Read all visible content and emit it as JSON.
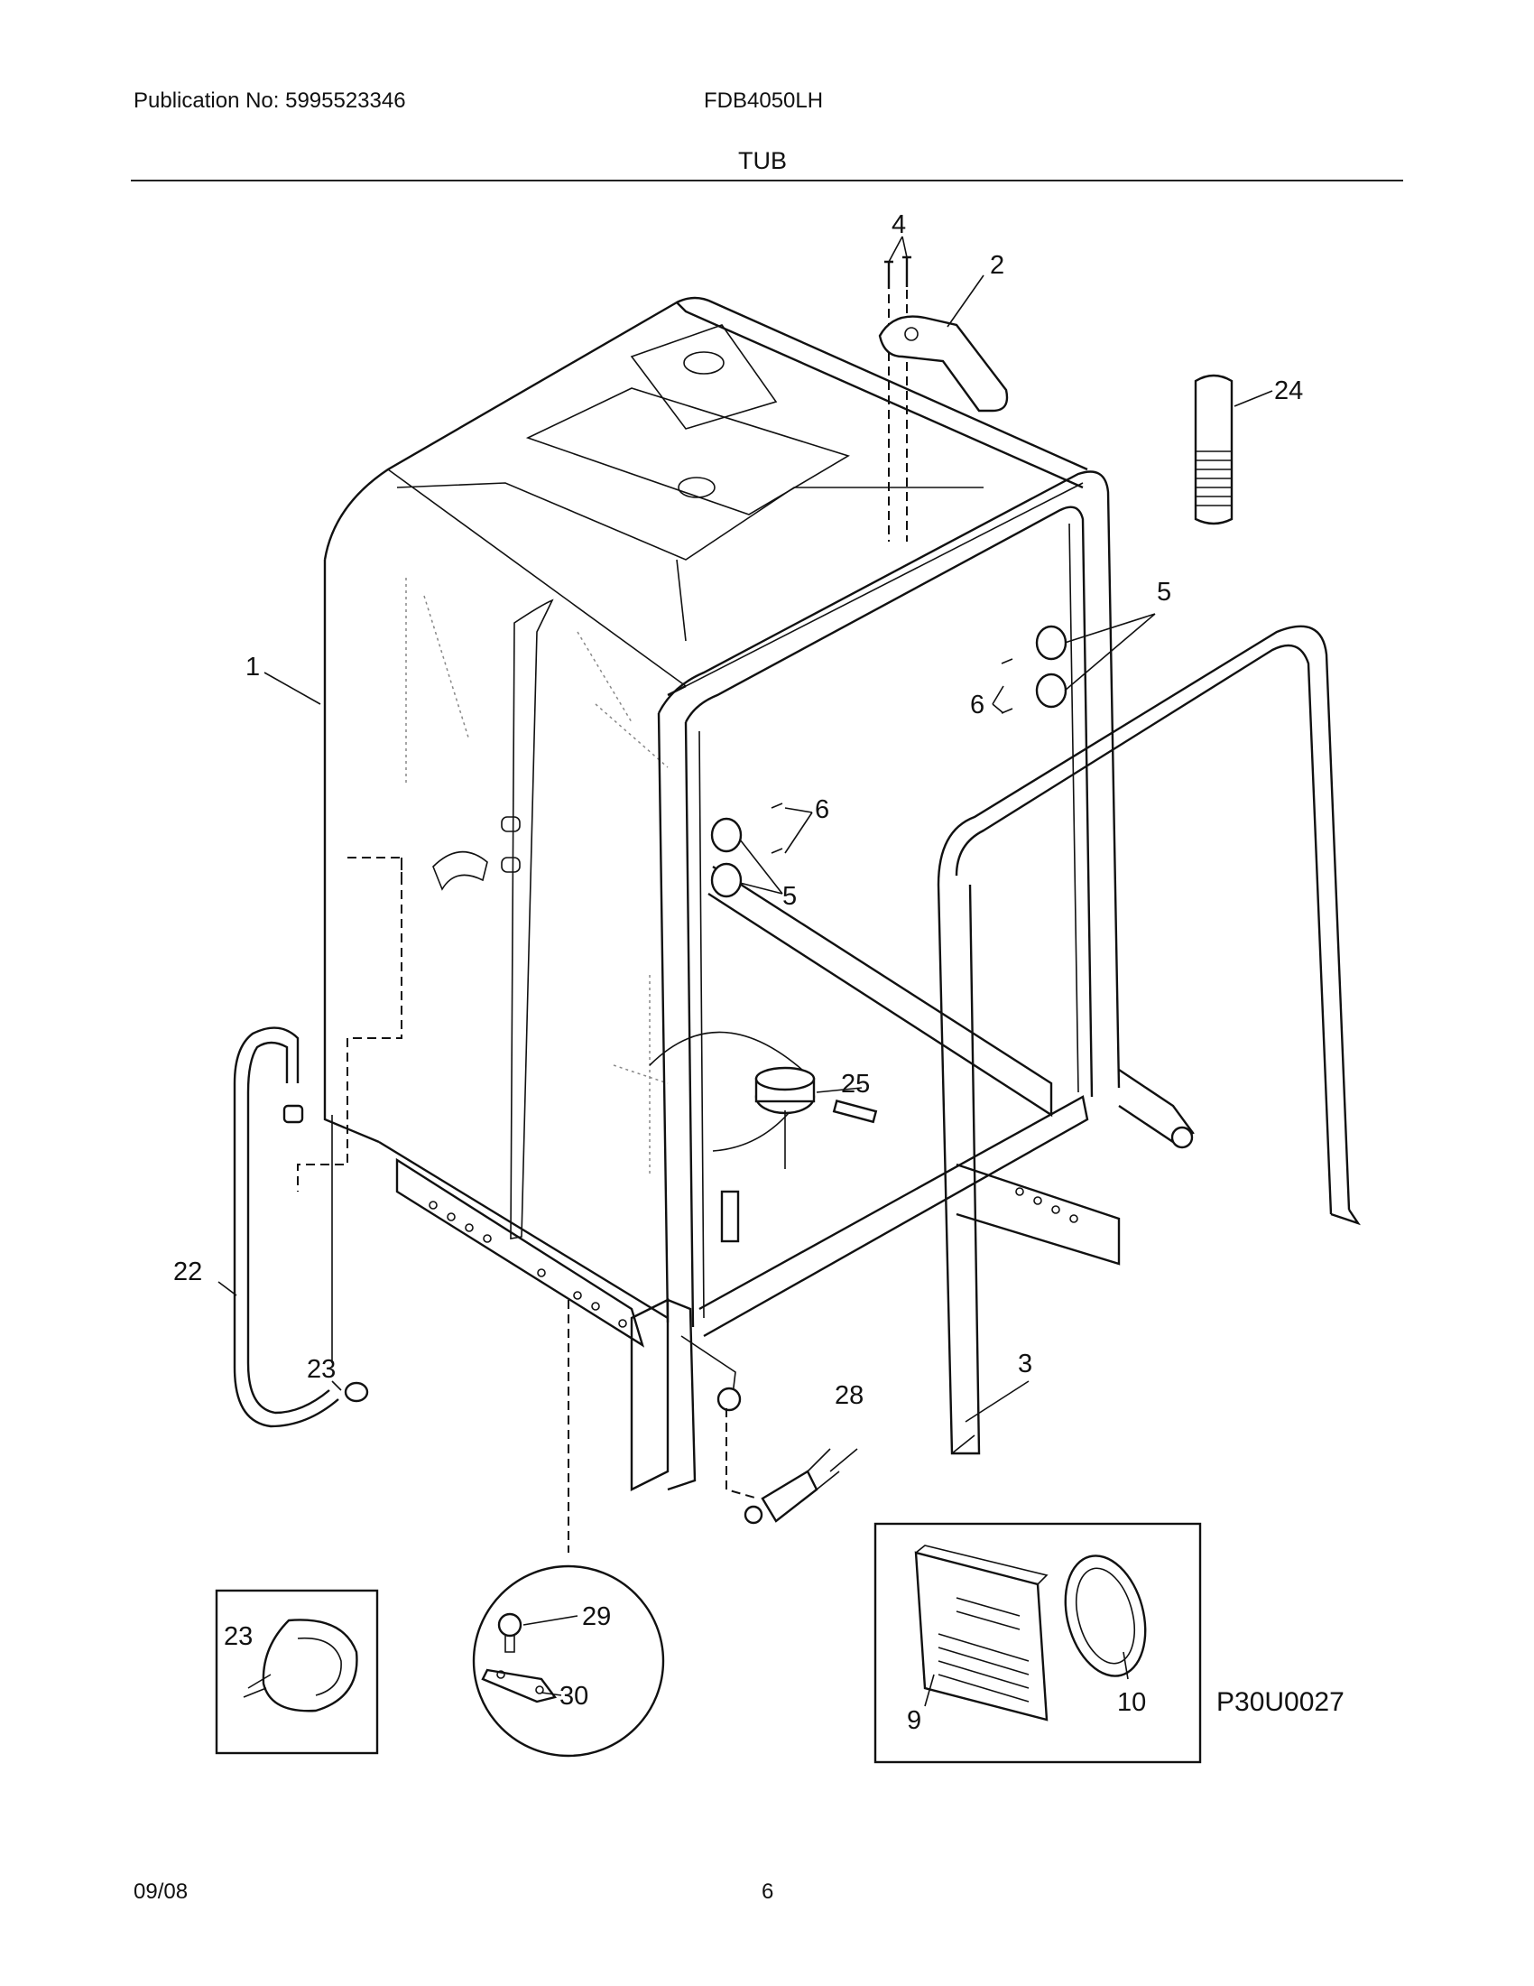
{
  "header": {
    "publication": "Publication No: 5995523346",
    "model": "FDB4050LH",
    "section": "TUB"
  },
  "footer": {
    "date": "09/08",
    "page": "6"
  },
  "diagram": {
    "drawing_code": "P30U0027",
    "callouts": {
      "c1": "1",
      "c2": "2",
      "c3": "3",
      "c4": "4",
      "c5a": "5",
      "c5b": "5",
      "c6a": "6",
      "c6b": "6",
      "c9": "9",
      "c10": "10",
      "c22": "22",
      "c23a": "23",
      "c23b": "23",
      "c24": "24",
      "c25": "25",
      "c28": "28",
      "c29": "29",
      "c30": "30"
    }
  }
}
